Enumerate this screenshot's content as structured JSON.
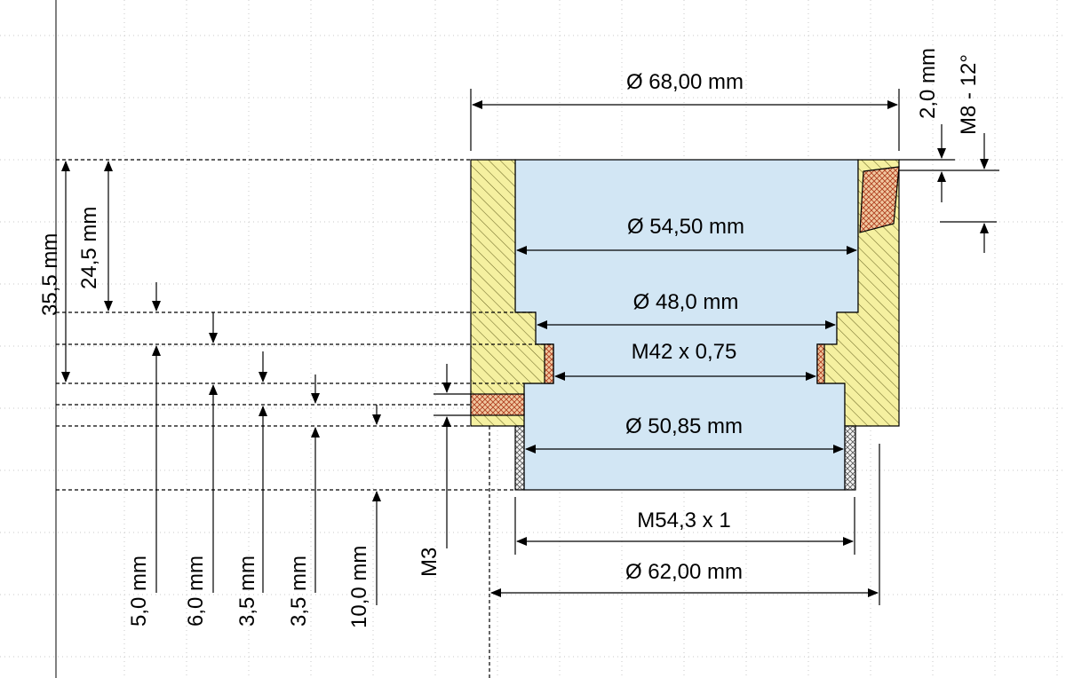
{
  "colors": {
    "background": "#ffffff",
    "bore_fill": "#d2e6f4",
    "hatch_fill": "#f5f0a0",
    "hatch_line": "#6e6a28",
    "thread_fill": "#f0c8a0",
    "thread_line": "#b04020",
    "knurl_fill": "#f2f2f2",
    "dimension": "#000000",
    "grid": "#c8c8c8"
  },
  "dimensions": {
    "top_diameter": "Ø 68,00 mm",
    "bore_diameter": "Ø 54,50 mm",
    "step_diameter": "Ø 48,0 mm",
    "thread_m42": "M42 x 0,75",
    "lower_bore_diameter": "Ø 50,85 mm",
    "thread_m54": "M54,3  x 1",
    "bottom_diameter": "Ø 62,00 mm",
    "side_offset": "2,0 mm",
    "set_screw": "M8 - 12°",
    "total_height": "35,5 mm",
    "upper_height": "24,5 mm",
    "h1": "5,0 mm",
    "h2": "6,0 mm",
    "h3": "3,5 mm",
    "h4": "3,5 mm",
    "h5": "10,0 mm",
    "screw_m3": "M3"
  }
}
